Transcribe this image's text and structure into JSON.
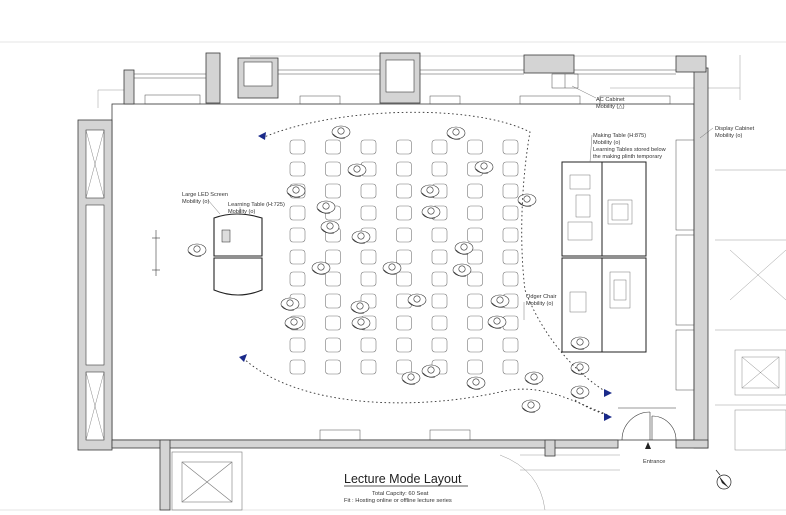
{
  "drawing": {
    "title": "Lecture Mode Layout",
    "subtitle_lines": [
      "Total Capcity: 60 Seat",
      "Fit : Hosting online or offline lecture series"
    ],
    "entrance_label": "Entrance"
  },
  "labels": {
    "ac_cabinet": [
      "AC Cabinet",
      "Mobility (△)"
    ],
    "display_cabinet": [
      "Display Cabinet",
      "Mobility (o)"
    ],
    "making_table": [
      "Making Table (H:875)",
      "Mobility (o)",
      "Learning Tables stored below",
      "the making plinth temporary"
    ],
    "led_screen": [
      "Large LED Screen",
      "Mobility (o)"
    ],
    "learning_table": [
      "Learning Table (H:725)",
      "Mobility (o)"
    ],
    "odger_chair": [
      "Odger Chair",
      "Mobility (o)"
    ]
  },
  "seating": {
    "columns": 7,
    "rows": 11,
    "total_capacity": 60
  },
  "colors": {
    "wall_fill": "#d4d4d4",
    "line": "#3a3a3a",
    "floor": "#ffffff"
  },
  "icons": {
    "north_arrow": "north-arrow-icon",
    "entrance_arrow": "arrow-up-icon"
  }
}
